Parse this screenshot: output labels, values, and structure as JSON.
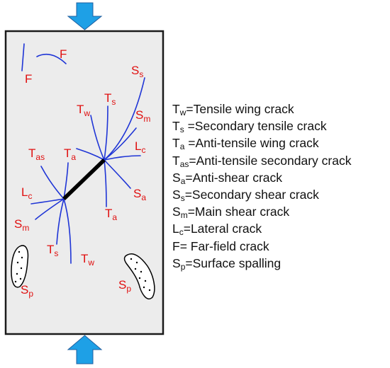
{
  "colors": {
    "crack": "#1f35d6",
    "label": "#e01010",
    "arrow": "#1ea0e6",
    "specimen_fill": "#ececec",
    "specimen_border": "#1a1a1a",
    "flaw": "#000000",
    "legend_text": "#111111"
  },
  "labels": {
    "F1": {
      "base": "F",
      "sub": ""
    },
    "F2": {
      "base": "F",
      "sub": ""
    },
    "Ss_top": {
      "base": "S",
      "sub": "s"
    },
    "Ts_top": {
      "base": "T",
      "sub": "s"
    },
    "Tw_top": {
      "base": "T",
      "sub": "w"
    },
    "Sm_top": {
      "base": "S",
      "sub": "m"
    },
    "Lc_right": {
      "base": "L",
      "sub": "c"
    },
    "Tas": {
      "base": "T",
      "sub": "as"
    },
    "Ta_top": {
      "base": "T",
      "sub": "a"
    },
    "Sa": {
      "base": "S",
      "sub": "a"
    },
    "Lc_left": {
      "base": "L",
      "sub": "c"
    },
    "Ta_bottom": {
      "base": "T",
      "sub": "a"
    },
    "Sm_bottom": {
      "base": "S",
      "sub": "m"
    },
    "Ts_bottom": {
      "base": "T",
      "sub": "s"
    },
    "Tw_bottom": {
      "base": "T",
      "sub": "w"
    },
    "Sp_left": {
      "base": "S",
      "sub": "p"
    },
    "Sp_right": {
      "base": "S",
      "sub": "p"
    }
  },
  "legend": [
    {
      "base": "T",
      "sub": "w",
      "text": "=Tensile wing crack"
    },
    {
      "base": "T",
      "sub": "s",
      "text": " =Secondary tensile crack"
    },
    {
      "base": "T",
      "sub": "a",
      "text": " =Anti-tensile wing crack"
    },
    {
      "base": "T",
      "sub": "as",
      "text": "=Anti-tensile secondary crack"
    },
    {
      "base": "S",
      "sub": "a",
      "text": "=Anti-shear crack"
    },
    {
      "base": "S",
      "sub": "s",
      "text": "=Secondary shear crack"
    },
    {
      "base": "S",
      "sub": "m",
      "text": "=Main shear crack"
    },
    {
      "base": "L",
      "sub": "c",
      "text": "=Lateral crack"
    },
    {
      "base": "F",
      "sub": "",
      "text": "= Far-field crack"
    },
    {
      "base": "S",
      "sub": "p",
      "text": "=Surface spalling"
    }
  ]
}
